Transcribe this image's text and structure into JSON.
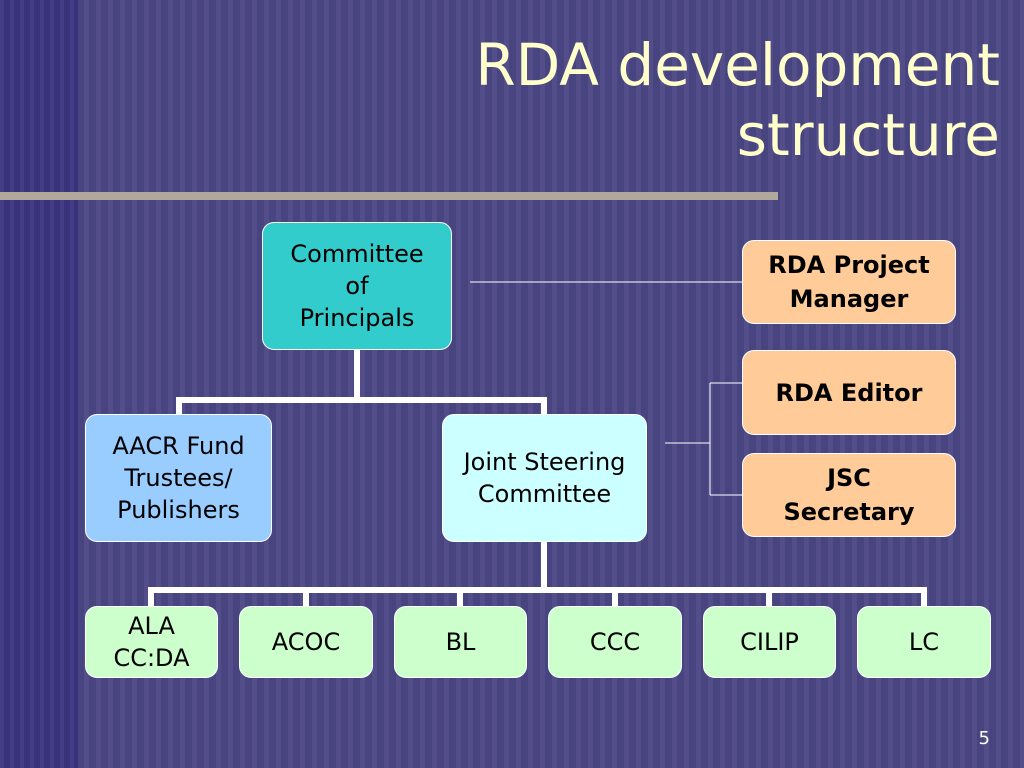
{
  "slide": {
    "title_line1": "RDA development",
    "title_line2": "structure",
    "page_number": "5"
  },
  "chart": {
    "root": "Committee\nof\nPrincipals",
    "aacr": "AACR Fund\nTrustees/\nPublishers",
    "jsc": "Joint Steering\nCommittee",
    "project_manager": "RDA Project\nManager",
    "editor": "RDA Editor",
    "secretary": "JSC\nSecretary",
    "members": [
      "ALA\nCC:DA",
      "ACOC",
      "BL",
      "CCC",
      "CILIP",
      "LC"
    ]
  },
  "colors": {
    "background": "#4b4685",
    "title": "#ffffcc",
    "root": "#33cccc",
    "aacr": "#99ccff",
    "jsc": "#ccffff",
    "members": "#ccffcc",
    "staff": "#ffcc99"
  }
}
